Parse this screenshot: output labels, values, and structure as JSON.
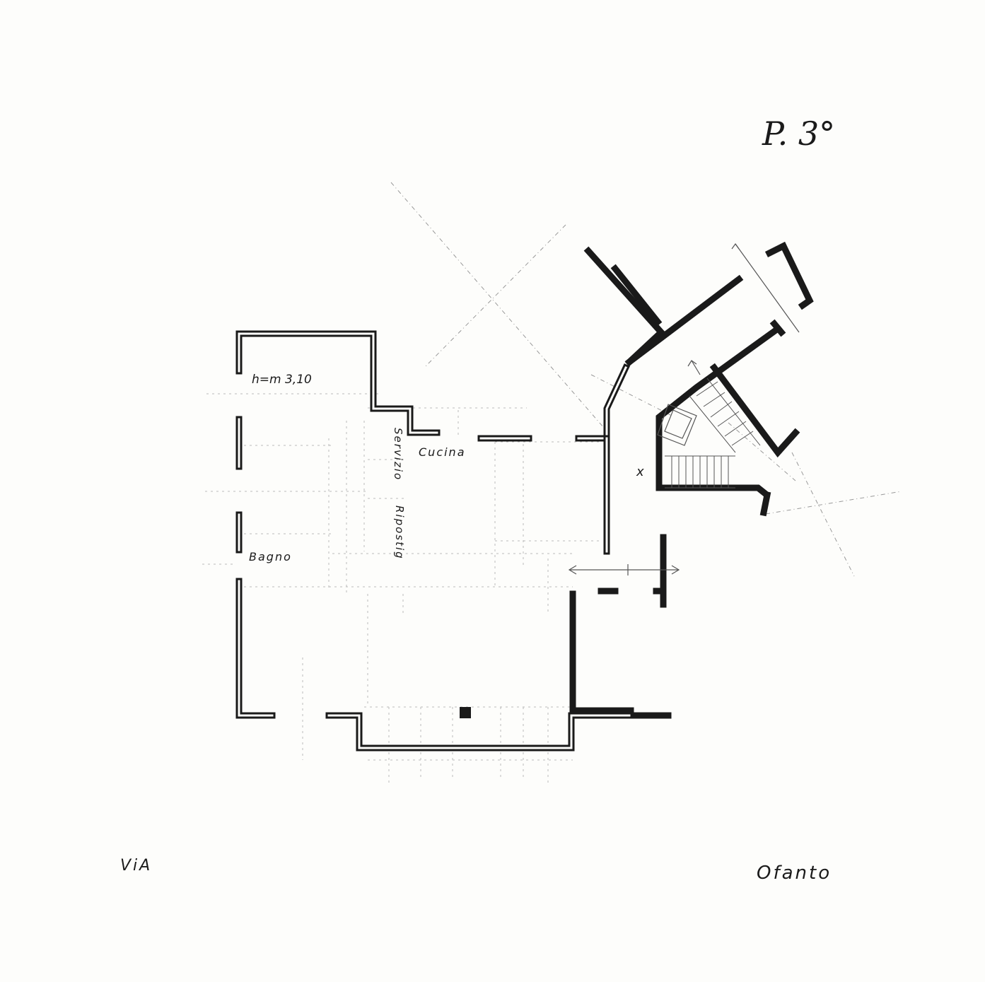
{
  "sheet": {
    "floor_label": "P. 3°",
    "street_left": "ViA",
    "street_right": "Ofanto"
  },
  "rooms": {
    "height_note": "h=m 3,10",
    "kitchen": "Cucina",
    "service": "Servizio",
    "storage": "Ripostig",
    "bathroom": "Bagno",
    "stair_mark": "x"
  },
  "colors": {
    "ink": "#1a1a1a",
    "paper": "#fdfdfb",
    "faint_line": "#999999"
  }
}
